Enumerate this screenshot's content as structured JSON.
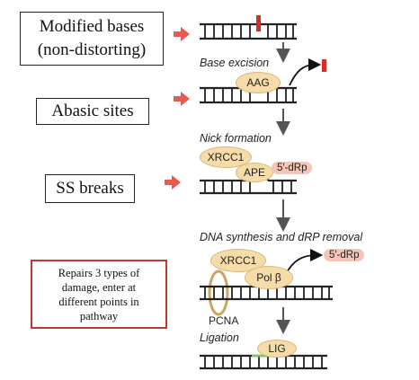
{
  "left_labels": {
    "modified_bases": "Modified bases (non-distorting)",
    "abasic_sites": "Abasic sites",
    "ss_breaks": "SS breaks",
    "note": "Repairs 3 types of damage, enter at different points in pathway"
  },
  "steps": {
    "base_excision": "Base excision",
    "nick_formation": "Nick formation",
    "dna_synthesis": "DNA synthesis and dRP removal",
    "ligation": "Ligation"
  },
  "proteins": {
    "aag": "AAG",
    "xrcc1": "XRCC1",
    "ape": "APE",
    "pol_beta": "Pol β",
    "pcna": "PCNA",
    "lig": "LIG",
    "drp": "5′-dRp"
  },
  "colors": {
    "pointer_arrow": "#e85a4f",
    "lesion": "#d62b2b",
    "protein": "#f6dca9",
    "drp_tag": "#f4c6b8",
    "note_border": "#c0392b",
    "ligated": "#7ac36a"
  }
}
